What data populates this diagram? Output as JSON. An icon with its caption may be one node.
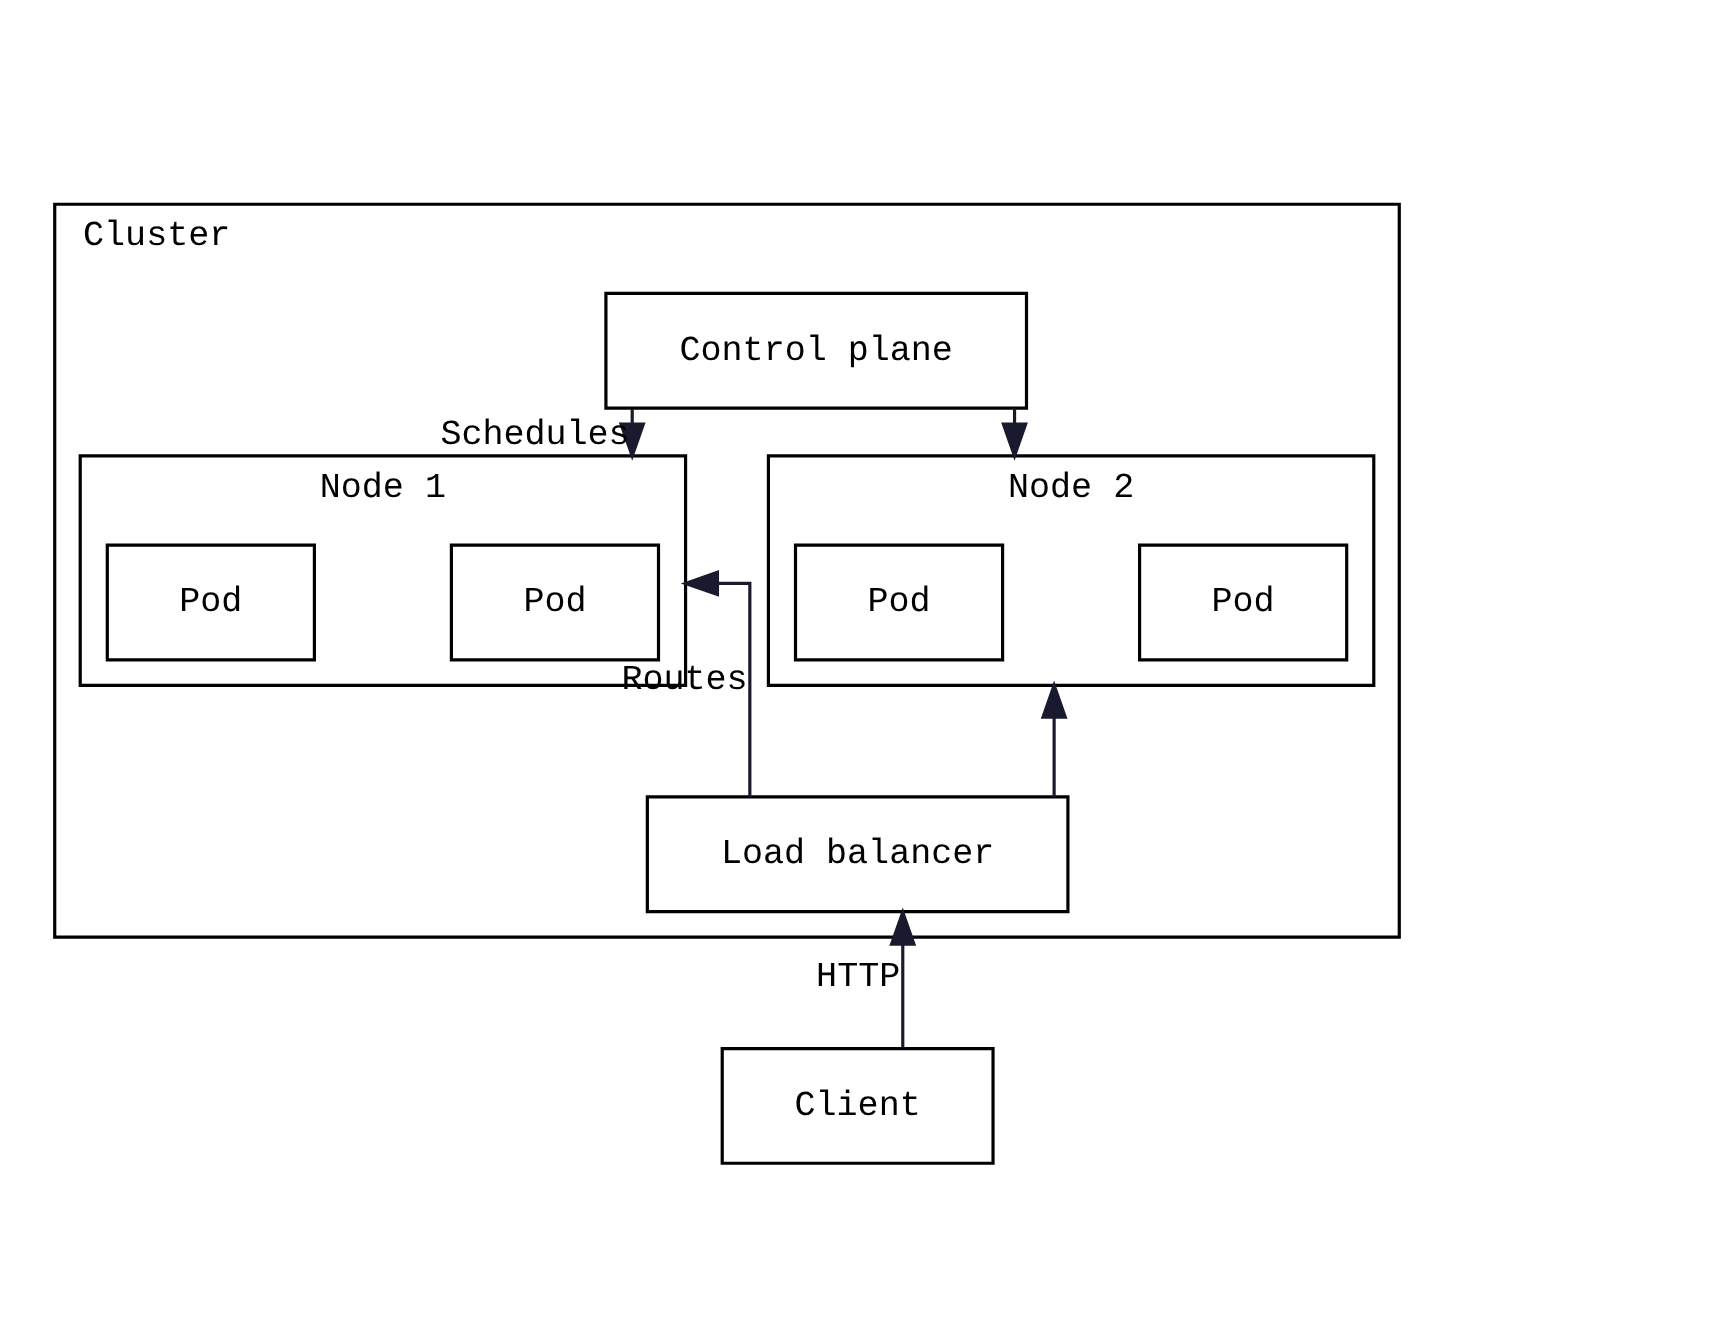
{
  "diagram": {
    "nodes": [
      {
        "text": [
          "Cluster"
        ]
      },
      {
        "text": [
          "Control plane"
        ],
        "in": 0
      },
      {
        "text": [
          "Node 1"
        ],
        "in": 0
      },
      {
        "text": [
          "Pod"
        ],
        "in": 2
      },
      {
        "text": [
          "Pod"
        ],
        "in": 2
      },
      {
        "text": [
          "Node 2"
        ],
        "in": 0
      },
      {
        "text": [
          "Pod"
        ],
        "in": 5
      },
      {
        "text": [
          "Pod"
        ],
        "in": 5
      },
      {
        "text": [
          "Load balancer"
        ],
        "in": 0
      },
      {
        "text": [
          "Client"
        ]
      }
    ],
    "edges": [
      {
        "from": 1,
        "to": 2,
        "arrow": "to",
        "label": "Schedules"
      },
      {
        "from": 1,
        "to": 5,
        "arrow": "to"
      },
      {
        "from": 8,
        "to": 2,
        "arrow": "to",
        "label": "Routes"
      },
      {
        "from": 8,
        "to": 5,
        "arrow": "to"
      },
      {
        "from": 9,
        "to": 8,
        "arrow": "to",
        "label": "HTTP"
      }
    ]
  }
}
